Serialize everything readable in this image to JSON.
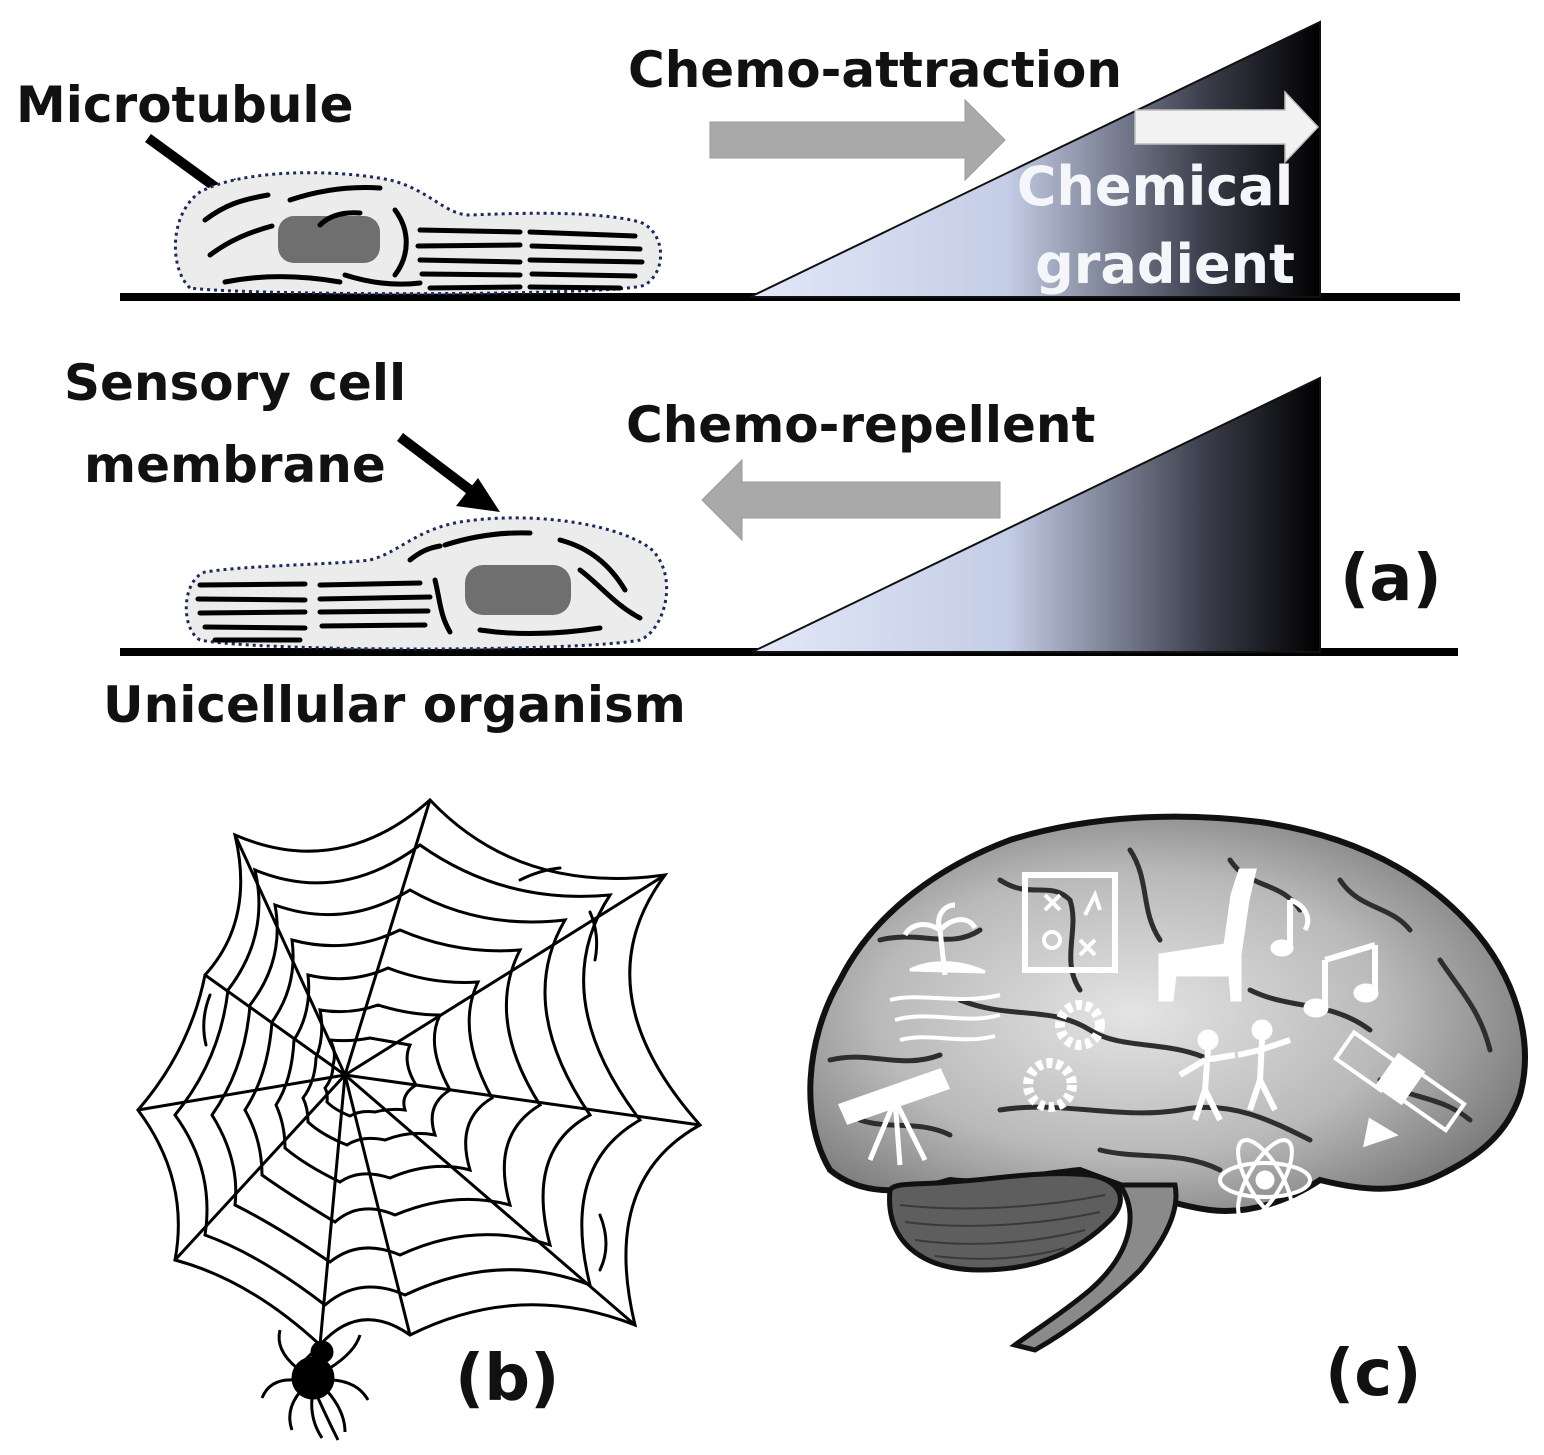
{
  "panel_a": {
    "labels": {
      "microtubule": "Microtubule",
      "chemo_attraction": "Chemo-attraction",
      "chemical_gradient_line1": "Chemical",
      "chemical_gradient_line2": "gradient",
      "sensory_line1": "Sensory cell",
      "sensory_line2": "membrane",
      "chemo_repellent": "Chemo-repellent",
      "unicellular": "Unicellular organism",
      "panel_letter": "(a)"
    },
    "colors": {
      "cell_fill": "#ececec",
      "nucleus": "#6e6e6e",
      "arrow_gray": "#a9a9a9",
      "gradient_light": "#dde4f6",
      "gradient_dark": "#000000"
    }
  },
  "panel_b": {
    "panel_letter": "(b)",
    "icons": [
      "spider-web-icon",
      "spider-icon"
    ]
  },
  "panel_c": {
    "panel_letter": "(c)",
    "icons": [
      "brain-icon",
      "palm-island-icon",
      "strategy-board-icon",
      "giraffe-icon",
      "music-notes-icon",
      "gears-icon",
      "dancing-people-icon",
      "satellite-icon",
      "telescope-icon",
      "atom-icon"
    ],
    "colors": {
      "brain_light": "#bdbdbd",
      "brain_dark": "#6f6f6f",
      "cerebellum": "#5a5a5a"
    }
  }
}
